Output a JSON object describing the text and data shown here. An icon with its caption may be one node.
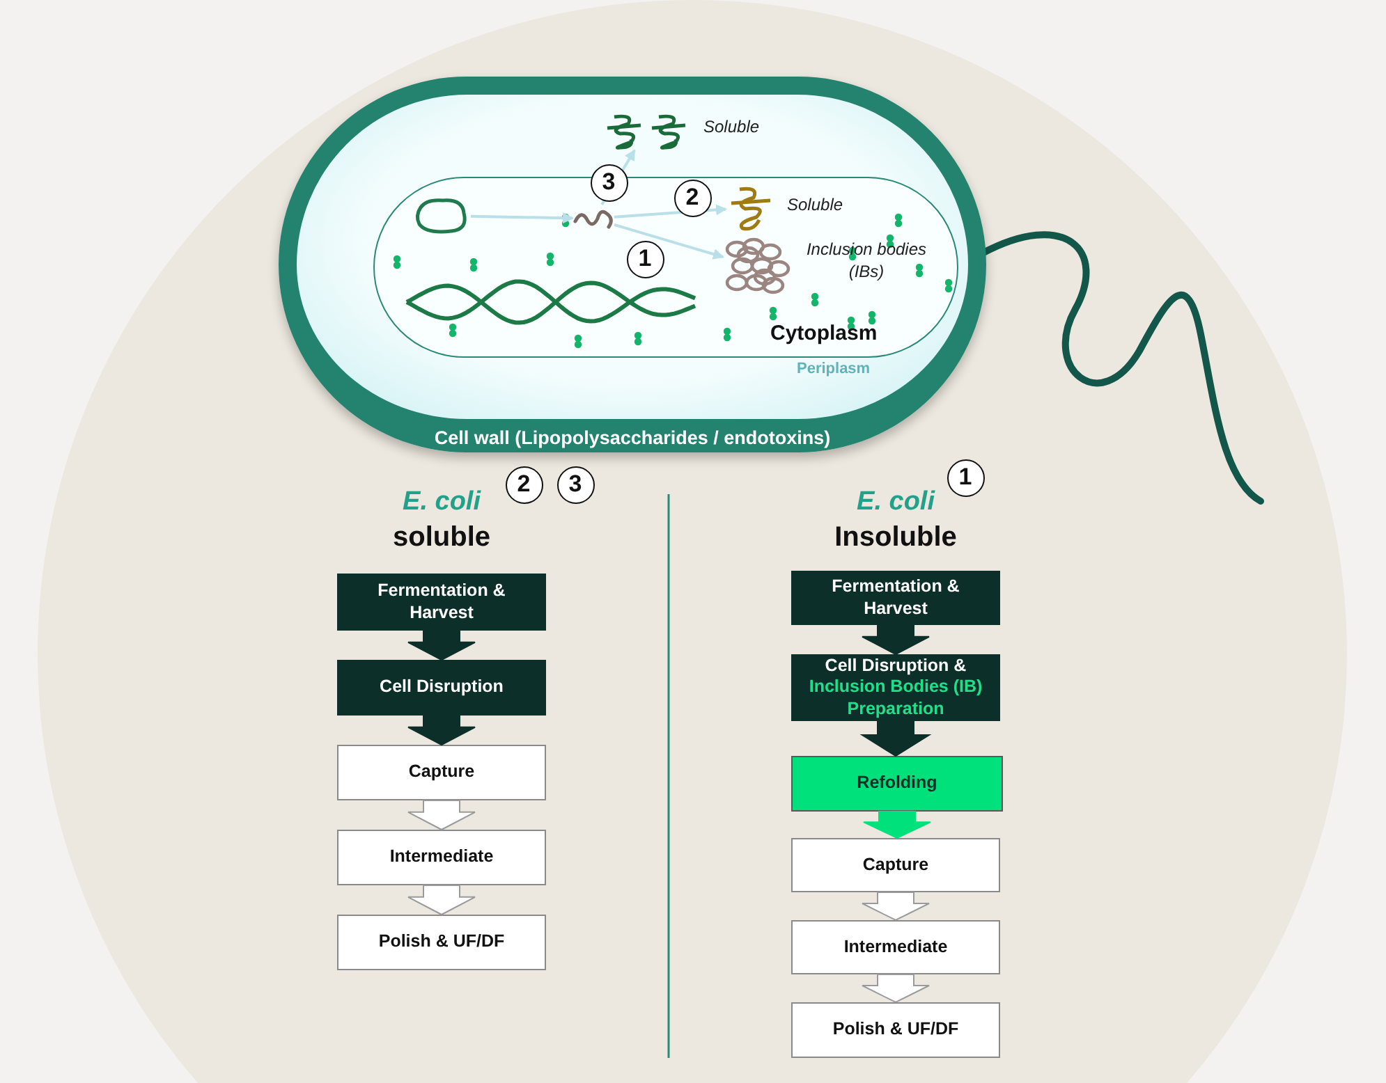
{
  "diagram": {
    "nodes": [
      {
        "text": [
          "Cell wall (Lipopolysaccharides / endotoxins)"
        ]
      },
      {
        "text": [],
        "shape": "picture",
        "in": 0,
        "beside": [
          "Soluble"
        ]
      },
      {
        "text": [
          "Cytoplasm"
        ],
        "in": 0
      },
      {
        "text": [],
        "shape": "picture",
        "in": 2
      },
      {
        "text": [],
        "shape": "picture",
        "in": 2
      },
      {
        "text": [],
        "shape": "picture",
        "in": 2,
        "beside": [
          "Soluble"
        ]
      },
      {
        "text": [],
        "shape": "picture",
        "in": 2,
        "beside": [
          "Inclusion bodies (IBs)"
        ]
      },
      {
        "text": [
          "Fermentation & Harvest"
        ]
      },
      {
        "text": [
          "Cell Disruption"
        ]
      },
      {
        "text": [
          "Capture"
        ]
      },
      {
        "text": [
          "Intermediate"
        ]
      },
      {
        "text": [
          "Polish & UF/DF"
        ]
      },
      {
        "text": [
          "Fermentation & Harvest"
        ]
      },
      {
        "text": [
          "Cell Disruption &",
          "Inclusion Bodies (IB) Preparation"
        ]
      },
      {
        "text": [
          "Refolding"
        ]
      },
      {
        "text": [
          "Capture"
        ]
      },
      {
        "text": [
          "Intermediate"
        ]
      },
      {
        "text": [
          "Polish & UF/DF"
        ]
      }
    ],
    "edges": [
      {
        "from": 3,
        "to": 4,
        "arrow": "to",
        "color": "#b9dfe8"
      },
      {
        "from": 4,
        "to": 1,
        "arrow": "to",
        "color": "#b9dfe8",
        "label": "3"
      },
      {
        "from": 4,
        "to": 5,
        "arrow": "to",
        "color": "#b9dfe8",
        "label": "2"
      },
      {
        "from": 4,
        "to": 6,
        "arrow": "to",
        "color": "#b9dfe8",
        "label": "1"
      },
      {
        "from": 7,
        "to": 8,
        "arrow": "to",
        "color": "#0c2f2a"
      },
      {
        "from": 8,
        "to": 9,
        "arrow": "to",
        "color": "#0c2f2a"
      },
      {
        "from": 9,
        "to": 10,
        "arrow": "to"
      },
      {
        "from": 10,
        "to": 11,
        "arrow": "to"
      },
      {
        "from": 12,
        "to": 13,
        "arrow": "to",
        "color": "#0c2f2a"
      },
      {
        "from": 13,
        "to": 14,
        "arrow": "to",
        "color": "#0c2f2a"
      },
      {
        "from": 14,
        "to": 15,
        "arrow": "to",
        "color": "#00e17b"
      },
      {
        "from": 15,
        "to": 16,
        "arrow": "to"
      },
      {
        "from": 16,
        "to": 17,
        "arrow": "to"
      }
    ],
    "labels": [
      "Periplasm",
      "2",
      "3",
      "E. coli",
      "soluble",
      "1",
      "E. coli",
      "Insoluble"
    ]
  }
}
